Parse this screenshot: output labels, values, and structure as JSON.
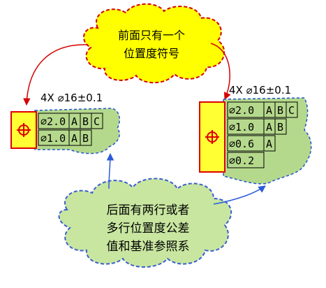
{
  "top_callout": {
    "line1": "前面只有一个",
    "line2": "位置度符号"
  },
  "bottom_callout": {
    "line1": "后面有两行或者",
    "line2": "多行位置度公差",
    "line3": "值和基准参照系"
  },
  "left_frame": {
    "dimension": "4X ⌀16±0.1",
    "rows": [
      {
        "tolerance": "⌀2.0",
        "datums": [
          "A",
          "B",
          "C"
        ]
      },
      {
        "tolerance": "⌀1.0",
        "datums": [
          "A",
          "B"
        ]
      }
    ]
  },
  "right_frame": {
    "dimension": "4X ⌀16±0.1",
    "rows": [
      {
        "tolerance": "⌀2.0",
        "datums": [
          "A",
          "B",
          "C"
        ]
      },
      {
        "tolerance": "⌀1.0",
        "datums": [
          "A",
          "B"
        ]
      },
      {
        "tolerance": "⌀0.6",
        "datums": [
          "A"
        ]
      },
      {
        "tolerance": "⌀0.2",
        "datums": []
      }
    ]
  },
  "colors": {
    "top_cloud_fill": "#ffff00",
    "top_cloud_stroke": "#d40000",
    "bottom_cloud_fill": "#c8e6a0",
    "bottom_cloud_stroke": "#3a5fcd",
    "symbol_box": "#ffff33",
    "symbol_border": "#e00000",
    "highlight_fill": "#b5d98c",
    "highlight_stroke": "#2255cc",
    "arrow_red": "#d40000",
    "arrow_blue": "#2a5bd7"
  }
}
